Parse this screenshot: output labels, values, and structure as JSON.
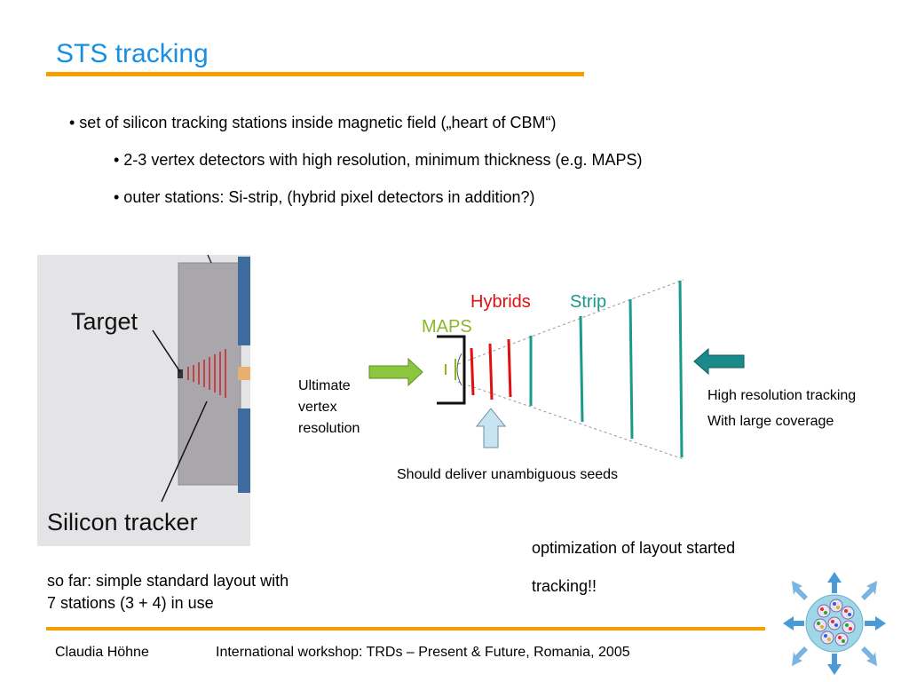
{
  "slide": {
    "title": "STS tracking",
    "bullets": [
      "• set of silicon tracking stations inside magnetic field („heart of CBM“)",
      "• 2-3 vertex detectors with high resolution, minimum thickness (e.g. MAPS)",
      "• outer stations: Si-strip, (hybrid pixel detectors in addition?)"
    ]
  },
  "photo": {
    "target_label": "Target",
    "tracker_label": "Silicon tracker"
  },
  "diagram": {
    "hybrids_label": "Hybrids",
    "strip_label": "Strip",
    "maps_label": "MAPS",
    "left_text": [
      "Ultimate",
      "vertex",
      "resolution"
    ],
    "right_text": [
      "High resolution tracking",
      "With large coverage"
    ],
    "bottom_text": "Should deliver unambiguous seeds",
    "colors": {
      "maps": "#8ab82a",
      "hybrids": "#e01010",
      "strip": "#1a9a8a",
      "left_arrow": "#8cc63e",
      "right_arrow": "#1a8a8a",
      "up_arrow": "#c8e4f2"
    }
  },
  "notes": {
    "left": [
      "so far: simple standard layout with",
      "7 stations (3 + 4) in use"
    ],
    "right": [
      "optimization of layout started",
      "tracking!!"
    ]
  },
  "footer": {
    "author": "Claudia Höhne",
    "event": "International workshop: TRDs – Present & Future, Romania, 2005"
  }
}
